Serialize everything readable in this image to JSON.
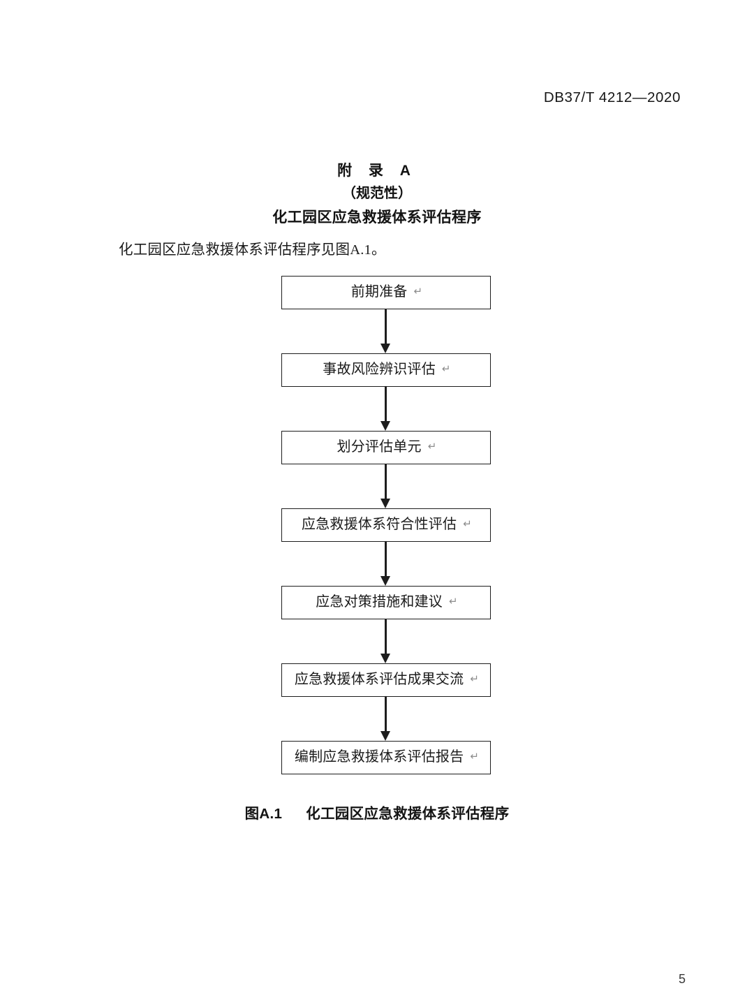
{
  "document": {
    "header_standard_no": "DB37/T 4212—2020",
    "page_number": "5"
  },
  "annex": {
    "label": "附 录 A",
    "kind": "（规范性）",
    "name": "化工园区应急救援体系评估程序"
  },
  "body": {
    "paragraph": "化工园区应急救援体系评估程序见图A.1。"
  },
  "figure": {
    "caption_number": "图A.1",
    "caption_title": "化工园区应急救援体系评估程序",
    "return_mark": "↵",
    "flow_nodes": [
      {
        "label": "前期准备"
      },
      {
        "label": "事故风险辨识评估"
      },
      {
        "label": "划分评估单元"
      },
      {
        "label": "应急救援体系符合性评估"
      },
      {
        "label": "应急对策措施和建议"
      },
      {
        "label": "应急救援体系评估成果交流"
      },
      {
        "label": "编制应急救援体系评估报告"
      }
    ]
  },
  "style": {
    "line_color": "#1d1d1d",
    "text_color": "#1b1b1b",
    "pilcrow_color": "#8c8c8c",
    "page_background": "#ffffff"
  }
}
